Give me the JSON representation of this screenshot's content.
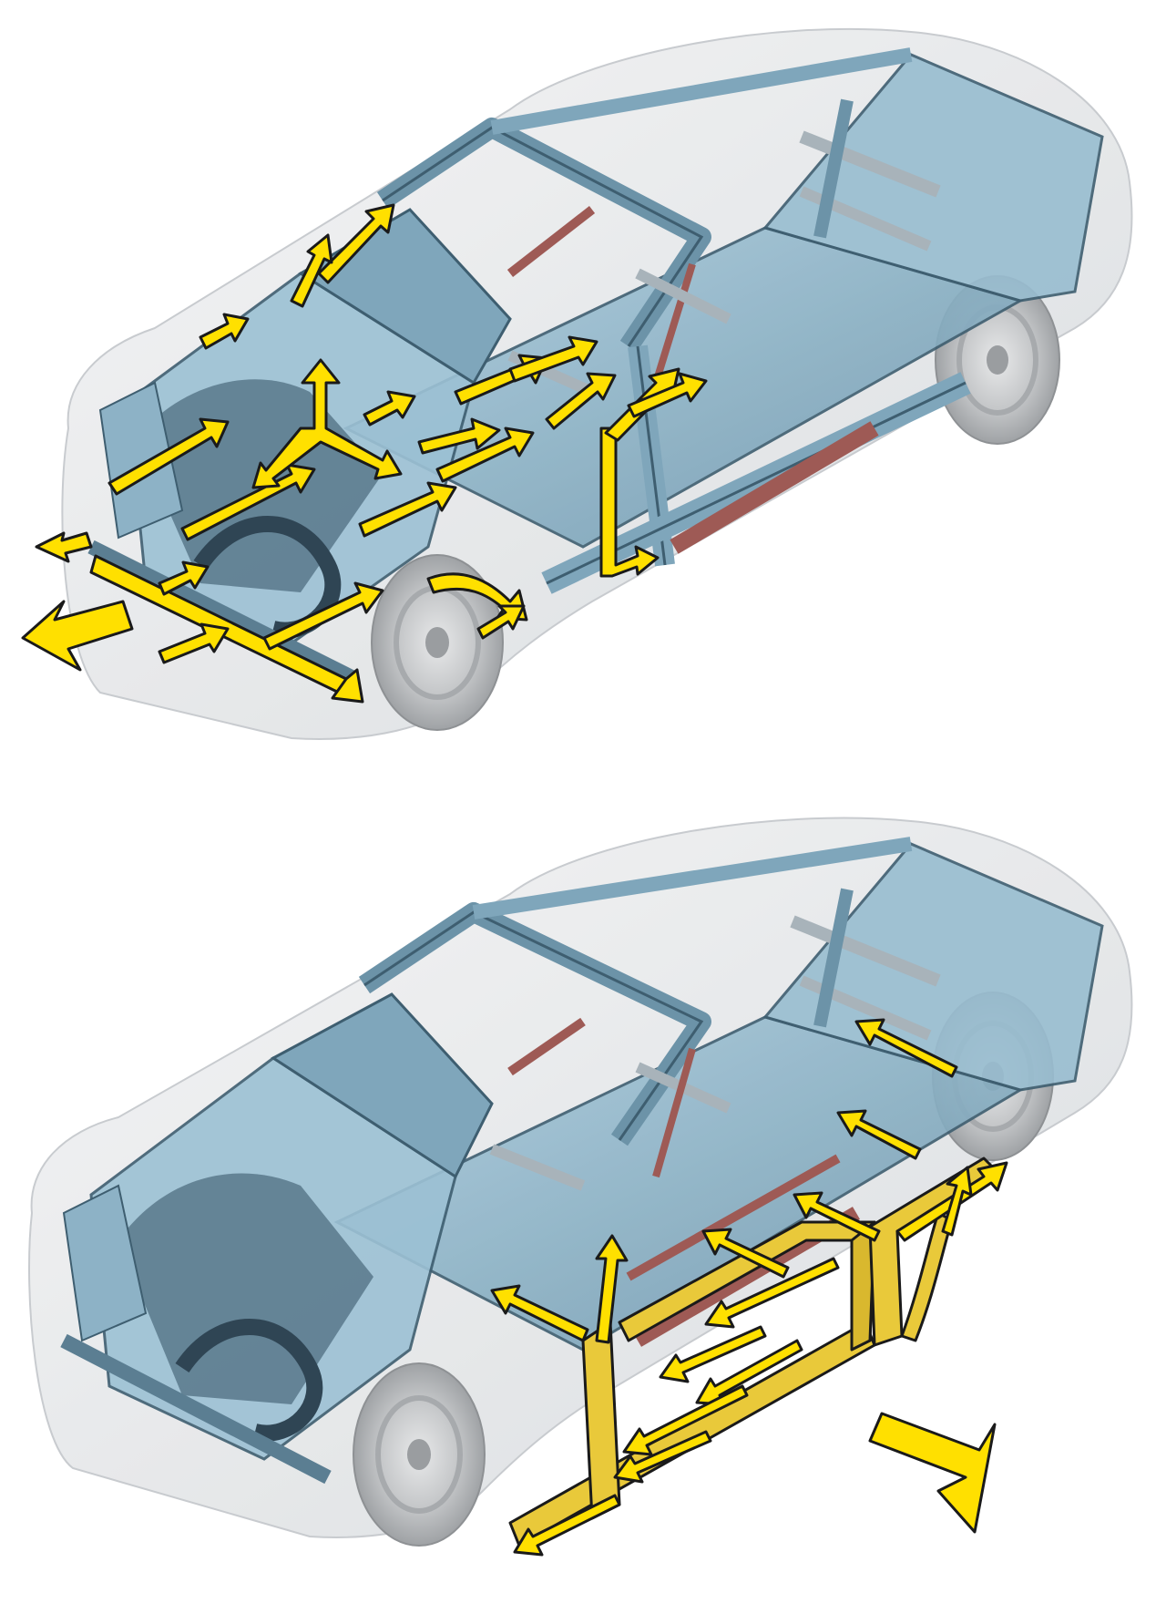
{
  "diagram": {
    "panels": [
      {
        "id": "front-impact",
        "impact_direction": "front",
        "arrow_color": "#FFE000",
        "primary_arrow_count": 2,
        "load_path_arrow_count": 22,
        "highlighted_members": [
          "front-bumper-beam",
          "longitudinal-rails",
          "wheel-arch",
          "a-pillar",
          "roof-rail",
          "cowl",
          "tunnel"
        ]
      },
      {
        "id": "side-impact",
        "impact_direction": "side",
        "arrow_color": "#FFE000",
        "primary_arrow_count": 1,
        "load_path_arrow_count": 12,
        "highlighted_members": [
          "side-sill",
          "a-pillar",
          "b-pillar",
          "c-pillar-frame",
          "floor-cross-members",
          "door-beam"
        ]
      }
    ],
    "colors": {
      "structure_blue": "#8FB7CC",
      "structure_dark": "#3E5E70",
      "reinforcement_red": "#9E5A55",
      "body_shell": "#E4E6E8",
      "wheel_grey": "#C9CBCD",
      "load_arrow": "#FFE000",
      "arrow_outline": "#1A1A1A"
    }
  }
}
